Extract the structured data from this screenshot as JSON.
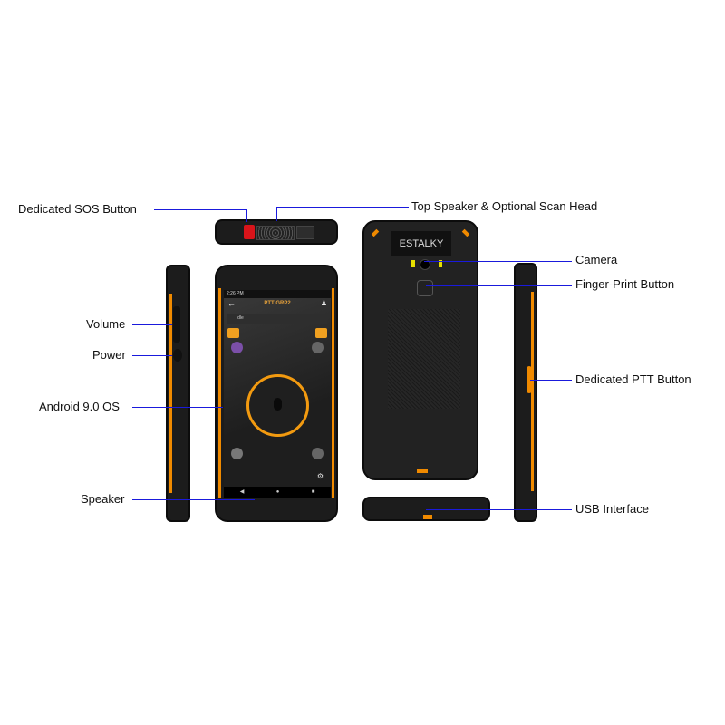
{
  "labels": {
    "sos": "Dedicated SOS Button",
    "top_speaker": "Top Speaker & Optional Scan Head",
    "volume": "Volume",
    "power": "Power",
    "camera": "Camera",
    "fingerprint": "Finger-Print Button",
    "android": "Android 9.0 OS",
    "ptt": "Dedicated PTT Button",
    "speaker": "Speaker",
    "usb": "USB Interface"
  },
  "screen": {
    "time": "2:26 PM",
    "title": "PTT GRP2",
    "status": "idle",
    "back_icon": "arrow-left-icon",
    "group_icon": "users-icon",
    "mic_icon": "microphone-icon"
  },
  "brand": "ESTALKY",
  "colors": {
    "accent": "#f08a00",
    "line": "#1a1adc"
  }
}
